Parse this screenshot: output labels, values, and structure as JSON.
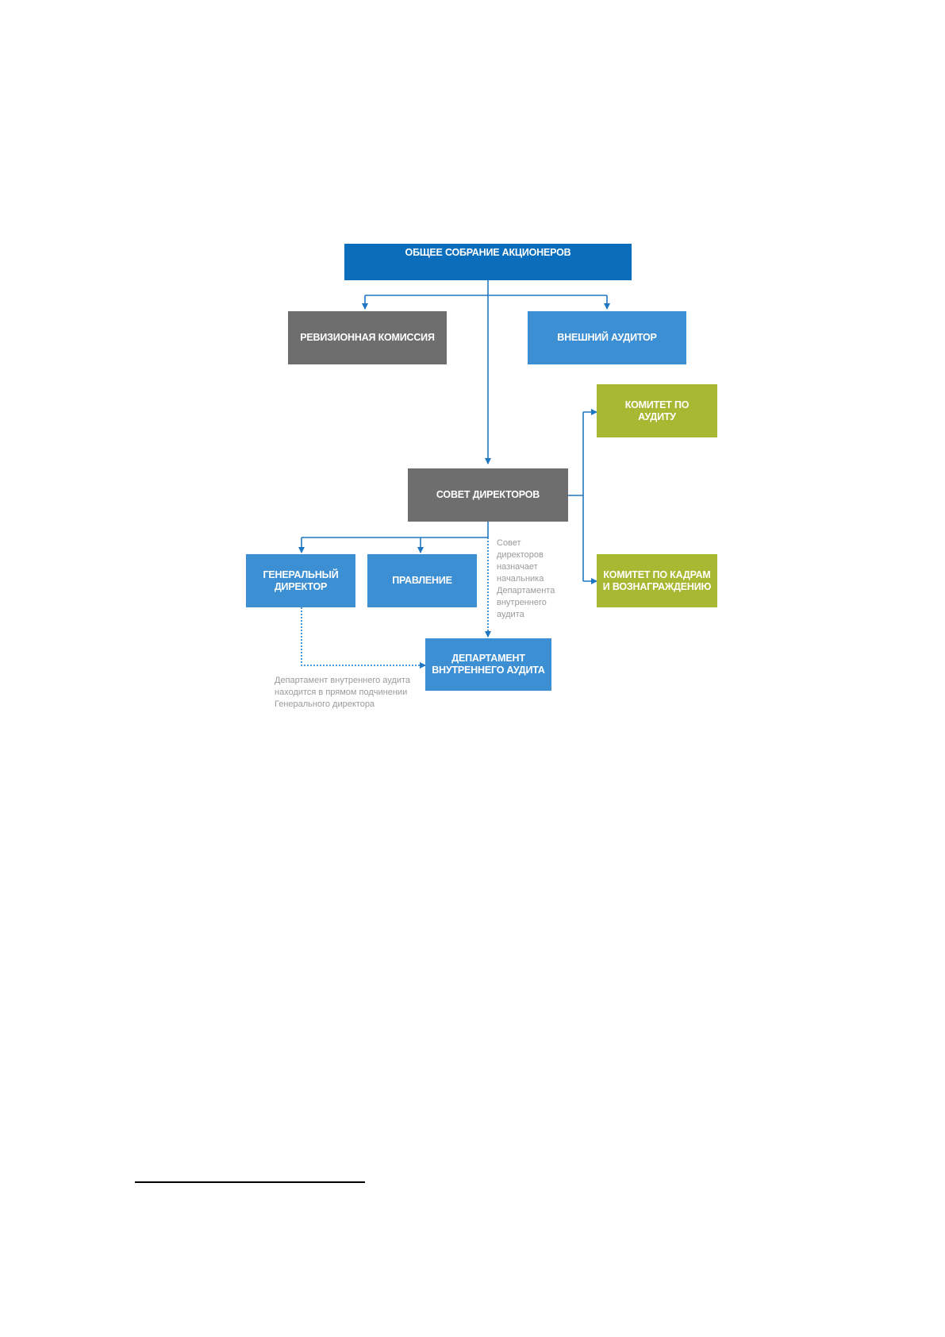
{
  "colors": {
    "primary_blue": "#0a6ebd",
    "light_blue": "#3d8fd3",
    "grey": "#6e6e6e",
    "green": "#a8b832",
    "connector": "#1f77c2",
    "note_text": "#9a9a9a"
  },
  "nodes": {
    "shareholders": "ОБЩЕЕ СОБРАНИЕ АКЦИОНЕРОВ",
    "revision_commission": "РЕВИЗИОННАЯ КОМИССИЯ",
    "external_auditor": "ВНЕШНИЙ АУДИТОР",
    "audit_committee": "КОМИТЕТ ПО\nАУДИТУ",
    "board": "СОВЕТ ДИРЕКТОРОВ",
    "hr_committee": "КОМИТЕТ ПО КАДРАМ\nИ ВОЗНАГРАЖДЕНИЮ",
    "ceo": "ГЕНЕРАЛЬНЫЙ\nДИРЕКТОР",
    "management_board": "ПРАВЛЕНИЕ",
    "internal_audit": "ДЕПАРТАМЕНТ\nВНУТРЕННЕГО АУДИТА"
  },
  "notes": {
    "board_appoints": "Совет\nдиректоров\nназначает\nначальника\nДепартамента\nвнутреннего\nаудита",
    "direct_subordination": "Департамент внутреннего аудита\nнаходится в прямом подчинении\nГенерального директора"
  }
}
